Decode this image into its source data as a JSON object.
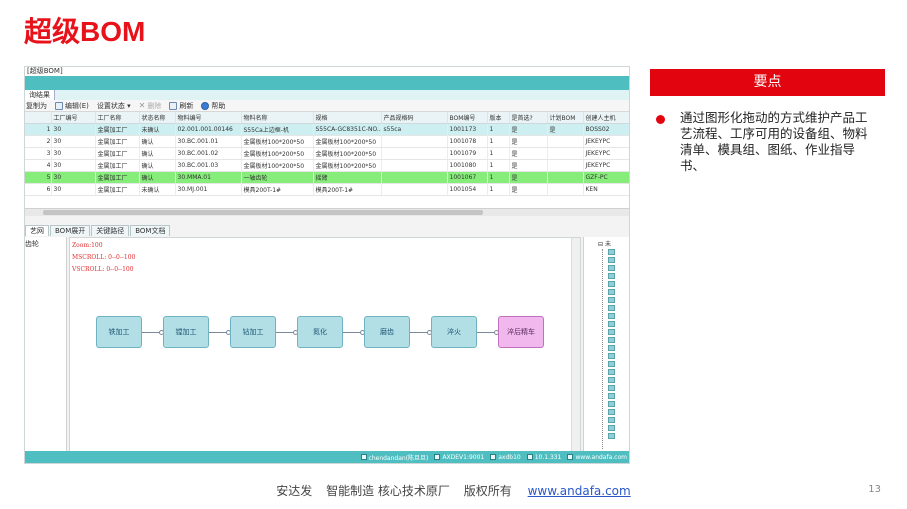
{
  "slide": {
    "title": "超级BOM",
    "page_number": "13"
  },
  "app": {
    "window_title": "[超级BOM]",
    "tab_label": "询结果",
    "toolbar": {
      "copy_label": "复制为",
      "edit_label": "编辑(E)",
      "status_label": "设置状态 ▾",
      "delete_label": "删除",
      "refresh_label": "刷新",
      "help_label": "帮助"
    },
    "grid": {
      "headers": [
        "",
        "工厂编号",
        "工厂名称",
        "状态名称",
        "物料编号",
        "物料名称",
        "规格",
        "产品规格码",
        "BOM编号",
        "版本",
        "是首选?",
        "计划BOM",
        "创建人主机"
      ],
      "rows": [
        [
          "1",
          "30",
          "金属加工厂",
          "未确认",
          "02.001.001.00146",
          "S55Ca上边框-机",
          "S55CA-GC8351C-NO...",
          "s55ca",
          "1001173",
          "1",
          "是",
          "是",
          "BOSS02"
        ],
        [
          "2",
          "30",
          "金属加工厂",
          "确认",
          "30.BC.001.01",
          "金属板材100*200*50",
          "金属板材100*200*50",
          "",
          "1001078",
          "1",
          "是",
          "",
          "JEKEYPC"
        ],
        [
          "3",
          "30",
          "金属加工厂",
          "确认",
          "30.BC.001.02",
          "金属板材100*200*50",
          "金属板材100*200*50",
          "",
          "1001079",
          "1",
          "是",
          "",
          "JEKEYPC"
        ],
        [
          "4",
          "30",
          "金属加工厂",
          "确认",
          "30.BC.001.03",
          "金属板材100*200*50",
          "金属板材100*200*50",
          "",
          "1001080",
          "1",
          "是",
          "",
          "JEKEYPC"
        ],
        [
          "5",
          "30",
          "金属加工厂",
          "确认",
          "30.MMA.01",
          "一轴齿轮",
          "摇臂",
          "",
          "1001067",
          "1",
          "是",
          "",
          "GZF-PC"
        ],
        [
          "6",
          "30",
          "金属加工厂",
          "未确认",
          "30.MJ.001",
          "模具200T-1#",
          "模具200T-1#",
          "",
          "1001054",
          "1",
          "是",
          "",
          "KEN"
        ]
      ],
      "selected_row": 4
    },
    "bottom_tabs": [
      "艺网",
      "BOM展开",
      "关键路径",
      "BOM文档"
    ],
    "left_panel_label": "齿轮",
    "canvas": {
      "info_lines": [
        "Zoom:100",
        "MSCROLL: 0--0--100",
        "VSCROLL: 0--0--100"
      ],
      "nodes": [
        "铁加工",
        "镗加工",
        "钻加工",
        "氮化",
        "磨齿",
        "淬火",
        "淬后精车"
      ]
    },
    "tree_root": "未",
    "status_bar": {
      "user": "chendandan(陈旦旦)",
      "server": "AXDEV1:9001",
      "db": "axdb10",
      "ip": "10.1.331",
      "site": "www.andafa.com"
    }
  },
  "key_points": {
    "heading": "要点",
    "text": "通过图形化拖动的方式维护产品工艺流程、工序可用的设备组、物料清单、模具组、图纸、作业指导书、"
  },
  "footer": {
    "company": "安达发",
    "tagline": "智能制造 核心技术原厂",
    "rights": "版权所有",
    "url": "www.andafa.com"
  },
  "colors": {
    "title_red": "#e8121a",
    "accent_red": "#e2050f",
    "teal": "#4fbec0",
    "selected_row": "#86ec7a",
    "node_fill": "#b2dfe6",
    "final_node_fill": "#f0b8ec"
  }
}
